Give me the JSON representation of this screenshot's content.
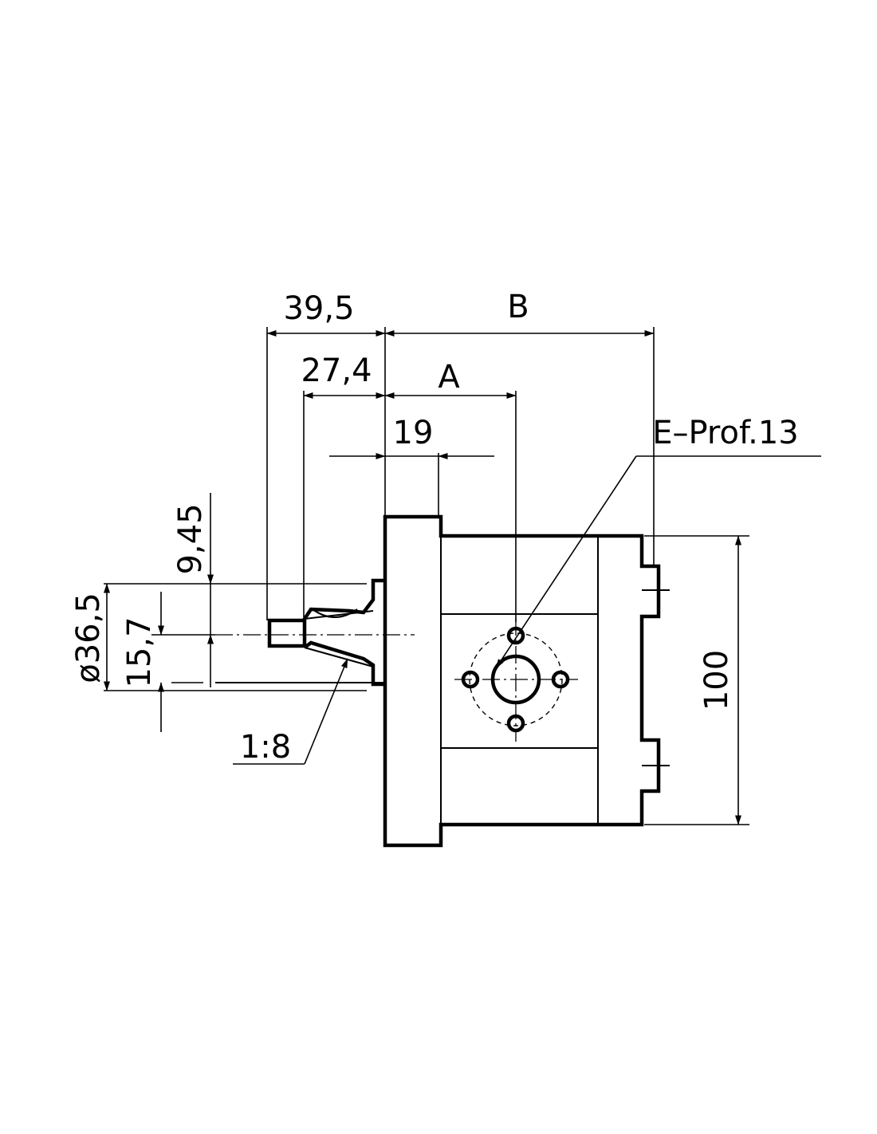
{
  "diagram": {
    "dimensions": {
      "overall_left": "39,5",
      "overall_right": "B",
      "shaft_taper_length": "27,4",
      "port_position": "A",
      "flange_width": "19",
      "key_offset": "9,45",
      "shaft_diameter": "ø36,5",
      "thread_offset": "15,7",
      "body_height": "100"
    },
    "callouts": {
      "port_spec": "E–Prof.13",
      "taper_ratio": "1:8"
    }
  }
}
